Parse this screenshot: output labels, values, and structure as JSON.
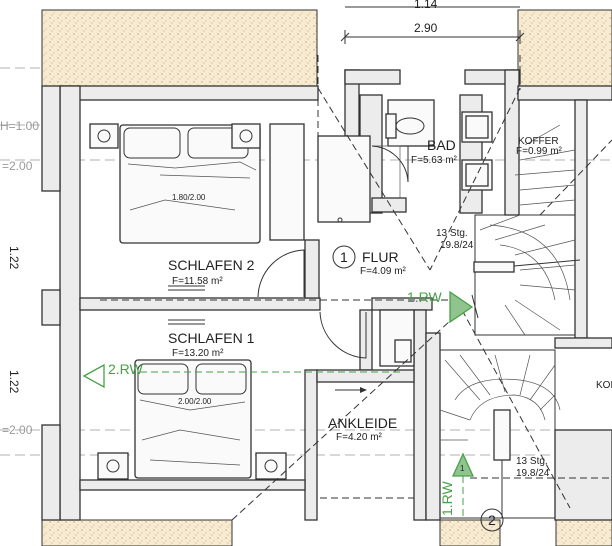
{
  "dimensions": {
    "top_overall": "1.14",
    "top_width": "2.90",
    "left_h": "H=1.00",
    "left_level_a": "=2.00",
    "left_level_b": "=2.00",
    "left_vert_a": "1.22",
    "left_vert_b": "1.22"
  },
  "rooms": {
    "bad": {
      "name": "BAD",
      "area": "F=5.63 m²"
    },
    "koffer": {
      "name": "KOFFER",
      "area": "F=0.99 m²"
    },
    "flur": {
      "number": "1",
      "name": "FLUR",
      "area": "F=4.09 m²"
    },
    "schlafen2": {
      "name": "SCHLAFEN  2",
      "area": "F=11.58 m²"
    },
    "schlafen1": {
      "name": "SCHLAFEN  1",
      "area": "F=13.20 m²"
    },
    "ankleide": {
      "name": "ANKLEIDE",
      "area": "F=4.20 m²"
    },
    "kof_edge": "KOF",
    "circle2": "2"
  },
  "beds": {
    "bed_top": "1.80/2.00",
    "bed_bottom": "2.00/2.00"
  },
  "stairs": {
    "upper": {
      "count": "13 Stg.",
      "ratio": "19.8/24"
    },
    "lower": {
      "count": "13 Stg.",
      "ratio": "19.8/24"
    }
  },
  "escape_routes": {
    "rw1": "1.RW",
    "rw2": "2.RW",
    "rw_vertical": "1.RW",
    "marker": "1"
  },
  "colors": {
    "escape_green": "#4aa04a",
    "wall_line": "#333333",
    "insulation": "#f3e6c8"
  }
}
